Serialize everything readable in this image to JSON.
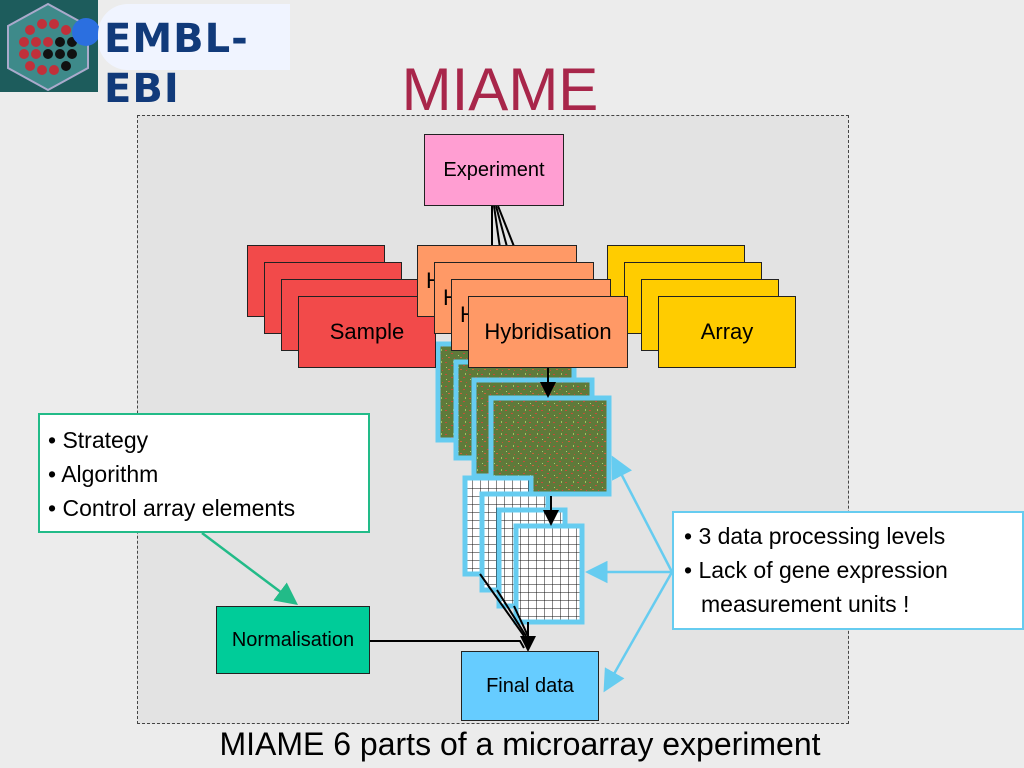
{
  "header": {
    "logo_text": "EMBL-EBI",
    "title": "MIAME"
  },
  "diagram": {
    "experiment": "Experiment",
    "sample": "Sample",
    "hybridisation": "Hybridisation",
    "hybridisation_partial": "H",
    "array": "Array",
    "normalisation": "Normalisation",
    "final_data": "Final data"
  },
  "notes": {
    "left": [
      "Strategy",
      "Algorithm",
      "Control array elements"
    ],
    "right": [
      "3 data processing levels",
      "Lack of gene expression",
      "measurement units !"
    ]
  },
  "caption": "MIAME 6 parts of a microarray experiment",
  "colors": {
    "title": "#a8264a",
    "experiment": "#ff9ed2",
    "sample": "#f24a4a",
    "hybridisation": "#ff9966",
    "array": "#ffcc00",
    "normalisation": "#00cc99",
    "final_data": "#66ccff",
    "image_border": "#66ccf0",
    "note_left_border": "#22bb88"
  }
}
